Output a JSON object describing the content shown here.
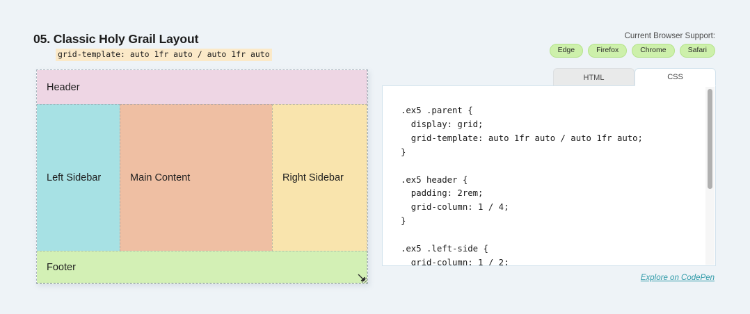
{
  "title": "05. Classic Holy Grail Layout",
  "title_code": "grid-template: auto 1fr auto / auto 1fr auto",
  "support": {
    "label": "Current Browser Support:",
    "browsers": [
      "Edge",
      "Firefox",
      "Chrome",
      "Safari"
    ]
  },
  "demo": {
    "header": "Header",
    "left_sidebar": "Left Sidebar",
    "main_content": "Main Content",
    "right_sidebar": "Right Sidebar",
    "footer": "Footer"
  },
  "tabs": [
    {
      "label": "HTML",
      "active": false
    },
    {
      "label": "CSS",
      "active": true
    }
  ],
  "code": ".ex5 .parent {\n  display: grid;\n  grid-template: auto 1fr auto / auto 1fr auto;\n}\n\n.ex5 header {\n  padding: 2rem;\n  grid-column: 1 / 4;\n}\n\n.ex5 .left-side {\n  grid-column: 1 / 2;\n}",
  "codepen_link": "Explore on CodePen",
  "colors": {
    "page_background": "#eef3f7",
    "header_cell": "#eed6e4",
    "left_cell": "#a7e1e4",
    "main_cell": "#efbfa3",
    "right_cell": "#f9e4ad",
    "footer_cell": "#d3f0b5",
    "badge_fill": "#cdf0ab",
    "code_highlight": "#fbe9c8",
    "link": "#2f9aa8"
  }
}
